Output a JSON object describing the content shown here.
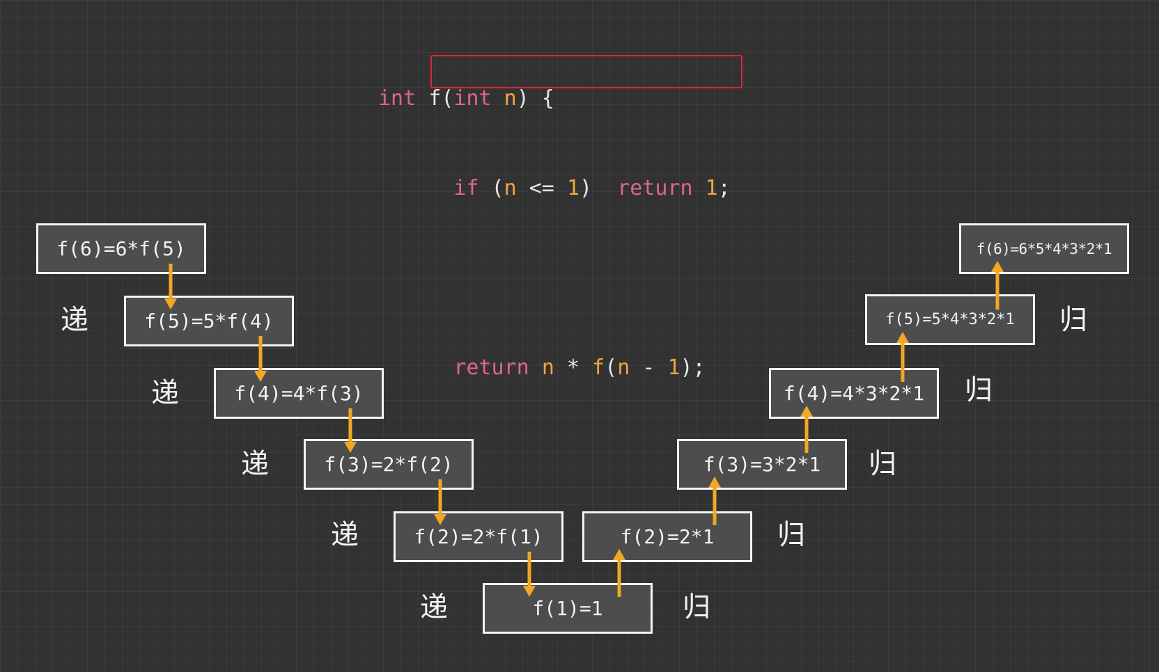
{
  "code": {
    "line1": {
      "kw1": "int",
      "fn": "f",
      "open": "(",
      "kw2": "int",
      "arg": "n",
      "close": ") {"
    },
    "line2": {
      "kw1": "if",
      "p1": " (",
      "arg": "n",
      "op": " <= ",
      "num": "1",
      "p2": ")  ",
      "kw2": "return",
      "sp": " ",
      "num2": "1",
      "semi": ";"
    },
    "line4": {
      "kw": "return",
      "sp": " ",
      "arg": "n",
      "op": " * ",
      "fn": "f",
      "p1": "(",
      "arg2": "n",
      "minus": " - ",
      "num": "1",
      "p2": ");"
    },
    "line5": {
      "close": "}"
    }
  },
  "descent": {
    "label": "递",
    "boxes": [
      "f(6)=6*f(5)",
      "f(5)=5*f(4)",
      "f(4)=4*f(3)",
      "f(3)=2*f(2)",
      "f(2)=2*f(1)"
    ]
  },
  "base": {
    "text": "f(1)=1"
  },
  "ascent": {
    "label": "归",
    "boxes": [
      "f(2)=2*1",
      "f(3)=3*2*1",
      "f(4)=4*3*2*1",
      "f(5)=5*4*3*2*1",
      "f(6)=6*5*4*3*2*1"
    ]
  },
  "colors": {
    "arrow": "#f0a825",
    "highlight": "#d9263a",
    "box_border": "#f4f4f4",
    "box_fill": "#4d4d4d"
  }
}
